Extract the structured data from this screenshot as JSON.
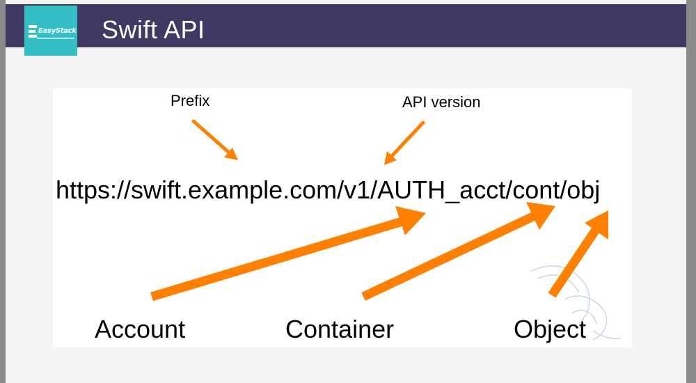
{
  "header": {
    "title": "Swift API",
    "logo_text": "EasyStack"
  },
  "diagram": {
    "prefix_label": "Prefix",
    "api_version_label": "API version",
    "url": "https://swift.example.com/v1/AUTH_acct/cont/obj",
    "account_label": "Account",
    "container_label": "Container",
    "object_label": "Object",
    "arrow_color": "#ff7f00"
  },
  "colors": {
    "header_bg": "#3f3a63",
    "logo_bg": "#34bfc6"
  },
  "icons": {
    "logo": "easystack-logo-icon",
    "watermark": "bird-watermark-icon"
  }
}
